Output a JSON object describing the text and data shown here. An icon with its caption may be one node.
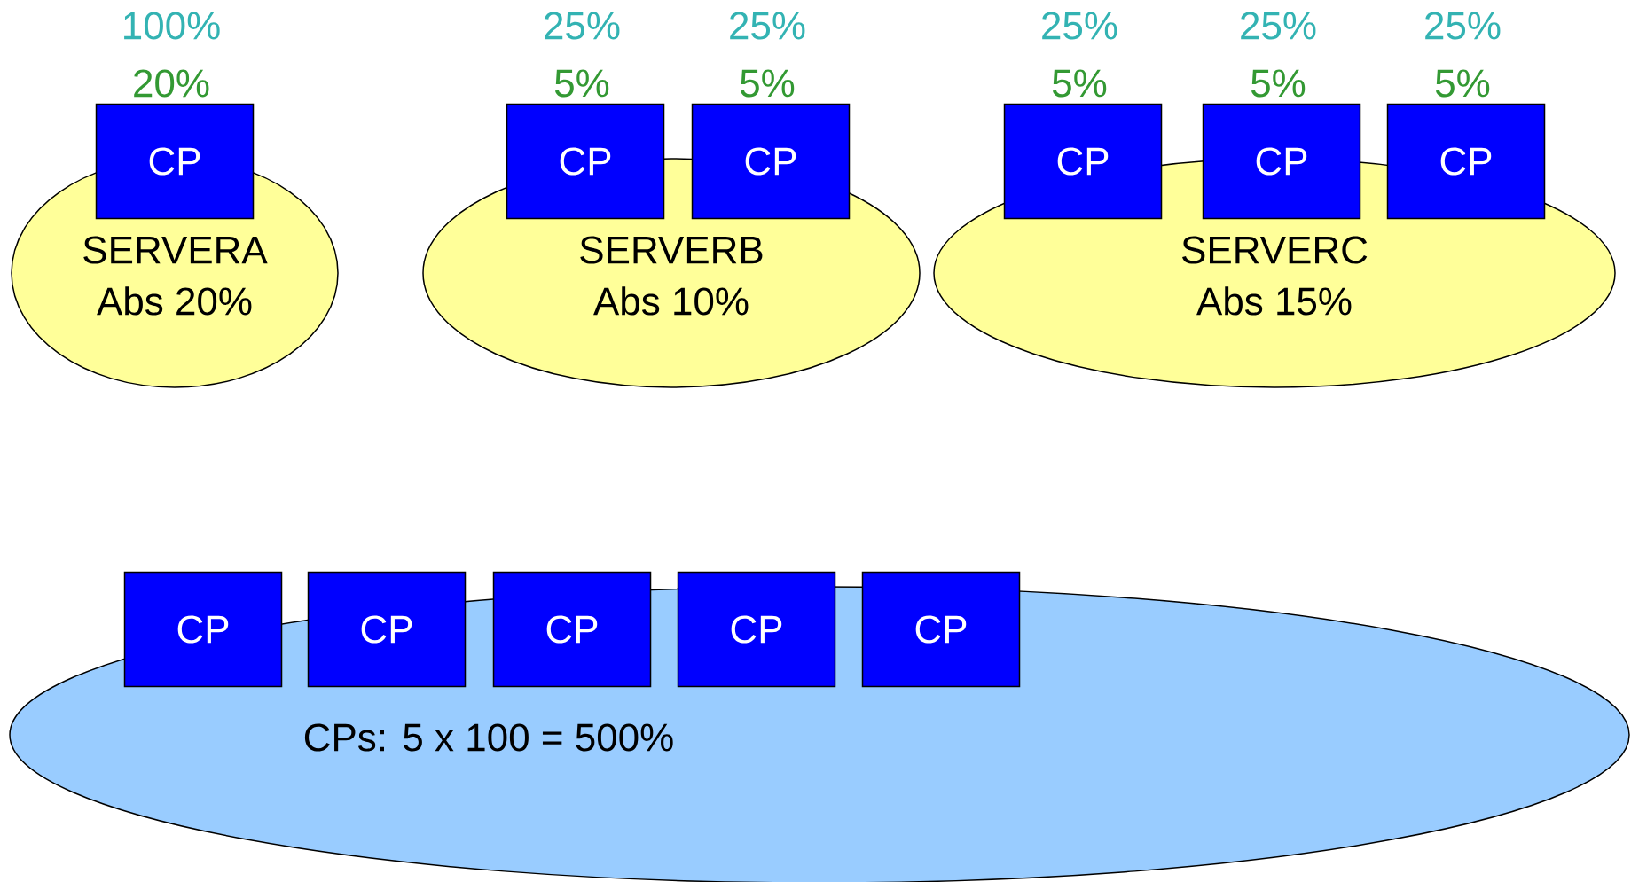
{
  "diagram": {
    "nodes": [
      {
        "text": [
          "SERVERA",
          "Abs 20%"
        ]
      },
      {
        "text": [
          "CP"
        ],
        "beside": [
          "100%",
          "20%"
        ]
      },
      {
        "text": [
          "SERVERB",
          "Abs 10%"
        ]
      },
      {
        "text": [
          "CP"
        ],
        "beside": [
          "25%",
          "5%"
        ]
      },
      {
        "text": [
          "CP"
        ],
        "beside": [
          "25%",
          "5%"
        ]
      },
      {
        "text": [
          "SERVERC",
          "Abs 15%"
        ]
      },
      {
        "text": [
          "CP"
        ],
        "beside": [
          "25%",
          "5%"
        ]
      },
      {
        "text": [
          "CP"
        ],
        "beside": [
          "25%",
          "5%"
        ]
      },
      {
        "text": [
          "CP"
        ],
        "beside": [
          "25%",
          "5%"
        ]
      },
      {
        "text": [
          "CPs: 5 x 100 = 500%"
        ]
      },
      {
        "text": [
          "CP"
        ]
      },
      {
        "text": [
          "CP"
        ]
      },
      {
        "text": [
          "CP"
        ]
      },
      {
        "text": [
          "CP"
        ]
      },
      {
        "text": [
          "CP"
        ]
      }
    ],
    "edges": []
  }
}
